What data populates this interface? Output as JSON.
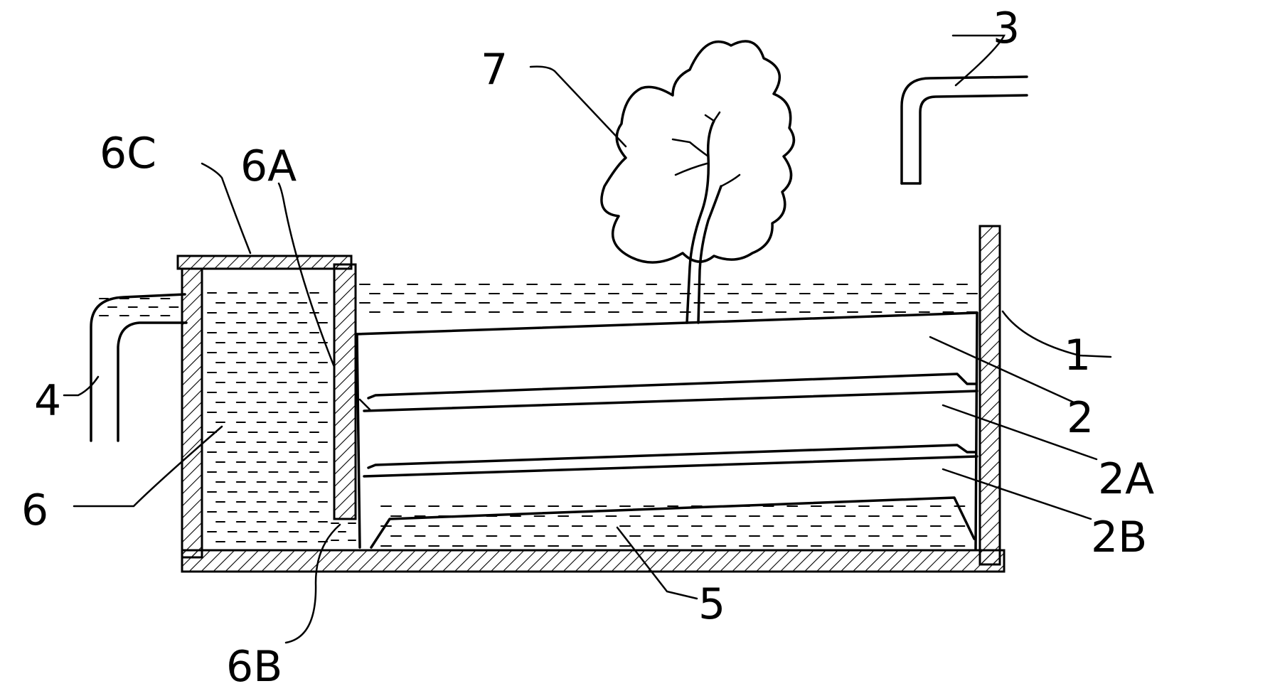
{
  "labels": {
    "c1": "1",
    "c2": "2",
    "c2A": "2A",
    "c2B": "2B",
    "c3": "3",
    "c4": "4",
    "c5": "5",
    "c6": "6",
    "c6A": "6A",
    "c6B": "6B",
    "c6C": "6C",
    "c7": "7"
  }
}
